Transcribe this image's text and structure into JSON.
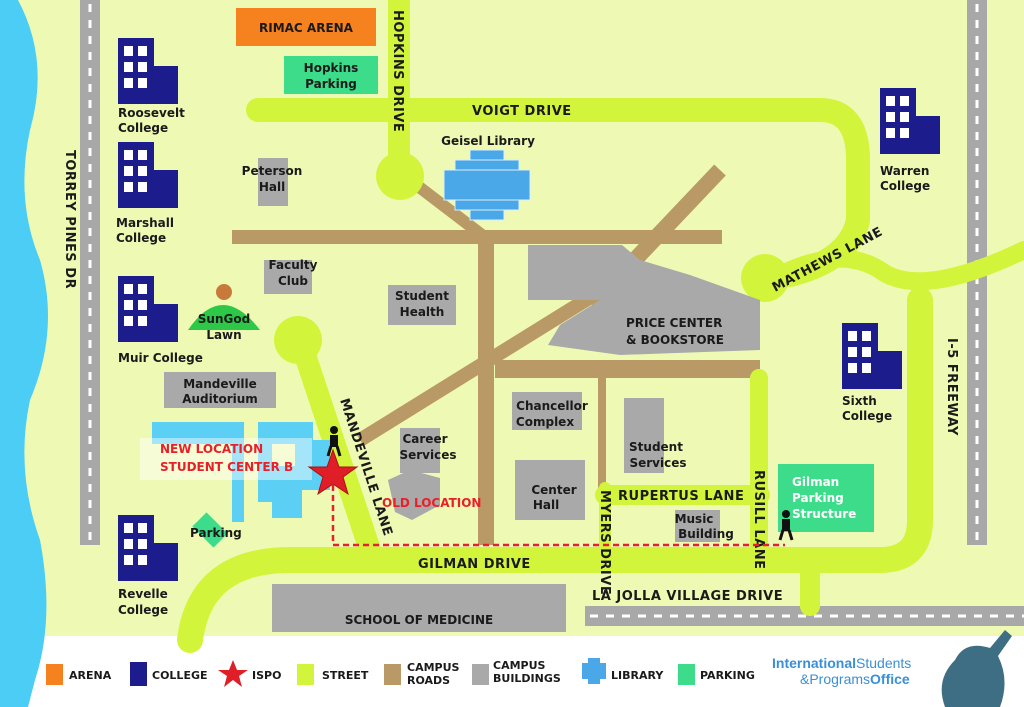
{
  "colors": {
    "background": "#eefab4",
    "ocean": "#4ccdf5",
    "street": "#d2f53c",
    "campus_road": "#b99a66",
    "building": "#a9a9a9",
    "college": "#1c1c8c",
    "arena": "#f5821f",
    "parking": "#3ddc8a",
    "library": "#4aa8e8",
    "ispo": "#e01e28",
    "highway": "#a8a8a8"
  },
  "roads": {
    "torrey_pines": "TORREY PINES DR",
    "i5": "I-5 FREEWAY",
    "voigt": "VOIGT DRIVE",
    "hopkins": "HOPKINS DRIVE",
    "mathews": "MATHEWS LANE",
    "mandeville": "MANDEVILLE LANE",
    "gilman": "GILMAN DRIVE",
    "la_jolla": "LA JOLLA VILLAGE DRIVE",
    "rupertus": "RUPERTUS LANE",
    "myers": "MYERS DRIVE",
    "russell": "RUSILL LANE"
  },
  "places": {
    "rimac": "RIMAC ARENA",
    "hopkins_parking": [
      "Hopkins",
      "Parking"
    ],
    "roosevelt": [
      "Roosevelt",
      "College"
    ],
    "marshall": [
      "Marshall",
      "College"
    ],
    "muir": "Muir College",
    "revelle": [
      "Revelle",
      "College"
    ],
    "warren": [
      "Warren",
      "College"
    ],
    "sixth": [
      "Sixth",
      "College"
    ],
    "geisel": "Geisel Library",
    "peterson": [
      "Peterson",
      "Hall"
    ],
    "faculty_club": [
      "Faculty",
      "Club"
    ],
    "sungod": [
      "SunGod",
      "Lawn"
    ],
    "student_health": [
      "Student",
      "Health"
    ],
    "price_center": [
      "PRICE CENTER",
      "& BOOKSTORE"
    ],
    "mandeville_aud": [
      "Mandeville",
      "Auditorium"
    ],
    "new_location": [
      "NEW LOCATION",
      "STUDENT CENTER B"
    ],
    "career": [
      "Career",
      "Services"
    ],
    "old_location": "OLD LOCATION",
    "chancellor": [
      "Chancellor",
      "Complex"
    ],
    "center_hall": [
      "Center",
      "Hall"
    ],
    "student_services": [
      "Student",
      "Services"
    ],
    "music": [
      "Music",
      "Building"
    ],
    "gilman_parking": [
      "Gilman",
      "Parking",
      "Structure"
    ],
    "parking": "Parking",
    "medicine": "SCHOOL OF MEDICINE"
  },
  "legend": {
    "arena": "ARENA",
    "college": "COLLEGE",
    "ispo": "ISPO",
    "street": "STREET",
    "campus_roads": [
      "CAMPUS",
      "ROADS"
    ],
    "campus_buildings": [
      "CAMPUS",
      "BUILDINGS"
    ],
    "library": "LIBRARY",
    "parking": "PARKING"
  },
  "logo": [
    "International",
    "Students",
    "&Programs",
    "Office"
  ]
}
